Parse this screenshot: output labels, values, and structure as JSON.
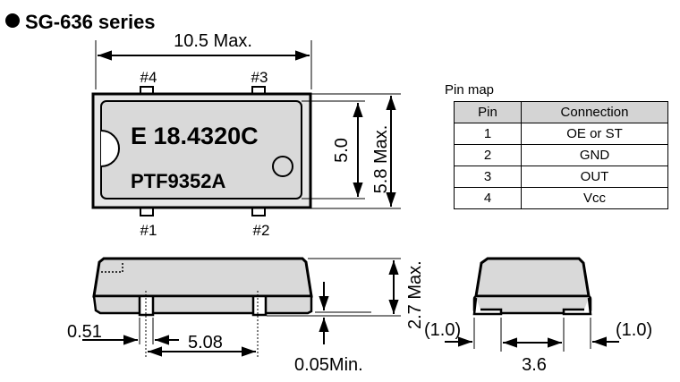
{
  "title": "SG-636 series",
  "top_view": {
    "width_dim": "10.5 Max.",
    "inner_height_dim": "5.0",
    "outer_height_dim": "5.8 Max.",
    "marking_line1": "E 18.4320C",
    "marking_line2": "PTF9352A",
    "pin_labels": [
      "#1",
      "#2",
      "#3",
      "#4"
    ]
  },
  "pin_map": {
    "caption": "Pin map",
    "headers": [
      "Pin",
      "Connection"
    ],
    "rows": [
      {
        "pin": "1",
        "connection": "OE or ST"
      },
      {
        "pin": "2",
        "connection": "GND"
      },
      {
        "pin": "3",
        "connection": "OUT"
      },
      {
        "pin": "4",
        "connection": "Vcc"
      }
    ]
  },
  "side_view": {
    "height_dim": "2.7 Max.",
    "standoff_dim": "0.05Min.",
    "pin_width_dim": "0.51",
    "pin_pitch_dim": "5.08"
  },
  "end_view": {
    "left_dim": "(1.0)",
    "right_dim": "(1.0)",
    "width_dim": "3.6"
  }
}
